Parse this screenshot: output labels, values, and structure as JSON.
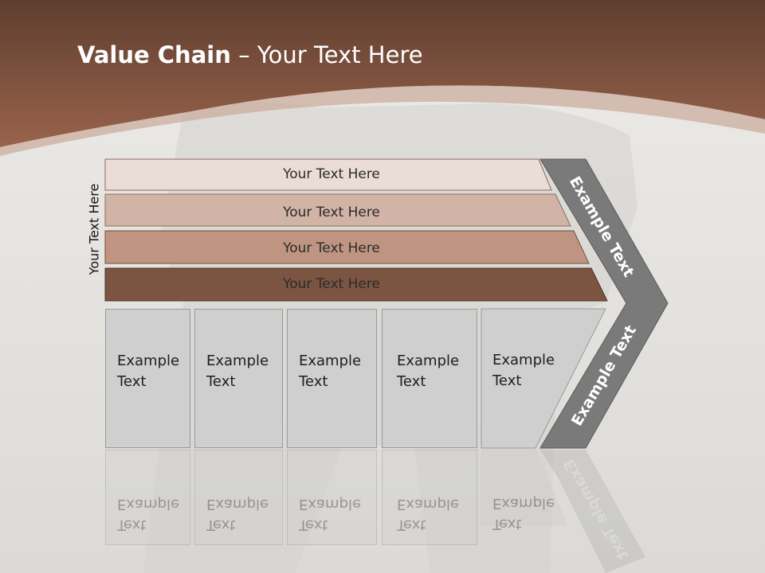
{
  "slide": {
    "title_bold": "Value Chain",
    "title_rest": " – Your Text Here",
    "vertical_label": "Your Text Here",
    "bands": [
      {
        "label": "Your Text Here",
        "color": "#eadcd6"
      },
      {
        "label": "Your Text Here",
        "color": "#d2b4a6"
      },
      {
        "label": "Your Text Here",
        "color": "#bf9581"
      },
      {
        "label": "Your Text Here",
        "color": "#7b5442"
      }
    ],
    "boxes": [
      {
        "line1": "Example",
        "line2": "Text"
      },
      {
        "line1": "Example",
        "line2": "Text"
      },
      {
        "line1": "Example",
        "line2": "Text"
      },
      {
        "line1": "Example",
        "line2": "Text"
      },
      {
        "line1": "Example",
        "line2": "Text"
      }
    ],
    "chevron_upper_label": "Example Text",
    "chevron_lower_label": "Example Text",
    "colors": {
      "header": "#7d5140",
      "chevron": "#7a7a7a",
      "boxes": "#cfcfcf"
    }
  }
}
